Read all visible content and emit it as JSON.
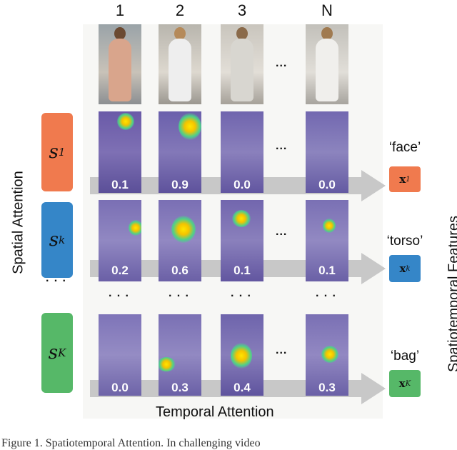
{
  "columns": [
    "1",
    "2",
    "3",
    "N"
  ],
  "ellipsis": "...",
  "vertical_dots": "· · ·",
  "spatial_attention_label": "Spatial Attention",
  "spatiotemporal_label": "Spatiotemporal Features",
  "temporal_attention_label": "Temporal Attention",
  "rows": [
    {
      "spatial": {
        "base": "s",
        "sub": "1"
      },
      "color": "#f07a4e",
      "scores": [
        "0.1",
        "0.9",
        "0.0",
        "0.0"
      ],
      "tag": "‘face’",
      "feature": {
        "base": "x",
        "sub": "1"
      }
    },
    {
      "spatial": {
        "base": "s",
        "sub": "k"
      },
      "color": "#3586c8",
      "scores": [
        "0.2",
        "0.6",
        "0.1",
        "0.1"
      ],
      "tag": "‘torso’",
      "feature": {
        "base": "x",
        "sub": "k"
      }
    },
    {
      "spatial": {
        "base": "s",
        "sub": "K"
      },
      "color": "#56b868",
      "scores": [
        "0.0",
        "0.3",
        "0.4",
        "0.3"
      ],
      "tag": "‘bag’",
      "feature": {
        "base": "x",
        "sub": "K"
      }
    }
  ],
  "caption_fragment": "Figure 1.   Spatiotemporal Attention.  In challenging video"
}
